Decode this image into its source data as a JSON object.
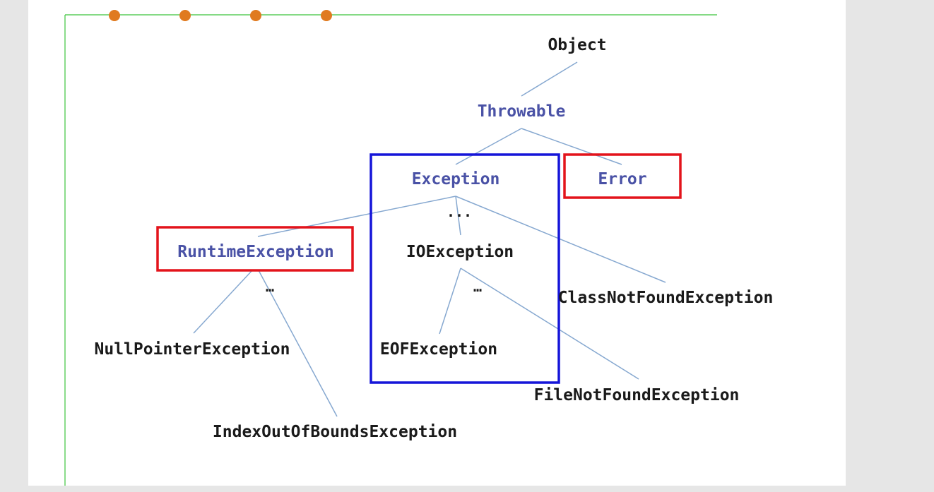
{
  "colors": {
    "background": "#e6e6e6",
    "slide": "#ffffff",
    "frame_line": "#3cc43c",
    "decor_dot": "#e07a1f",
    "connector": "#86a8d0",
    "highlight_red": "#e3131b",
    "highlight_blue": "#1515d9",
    "text_dark": "#1a1a1a",
    "text_blue": "#4a52a6"
  },
  "nodes": {
    "object": "Object",
    "throwable": "Throwable",
    "exception": "Exception",
    "error": "Error",
    "runtime_exception": "RuntimeException",
    "io_exception": "IOException",
    "class_not_found": "ClassNotFoundException",
    "null_pointer": "NullPointerException",
    "index_out_of_bounds": "IndexOutOfBoundsException",
    "eof_exception": "EOFException",
    "file_not_found": "FileNotFoundException"
  },
  "ellipses": {
    "exception_more": "...",
    "runtime_more": "…",
    "io_more": "…"
  }
}
